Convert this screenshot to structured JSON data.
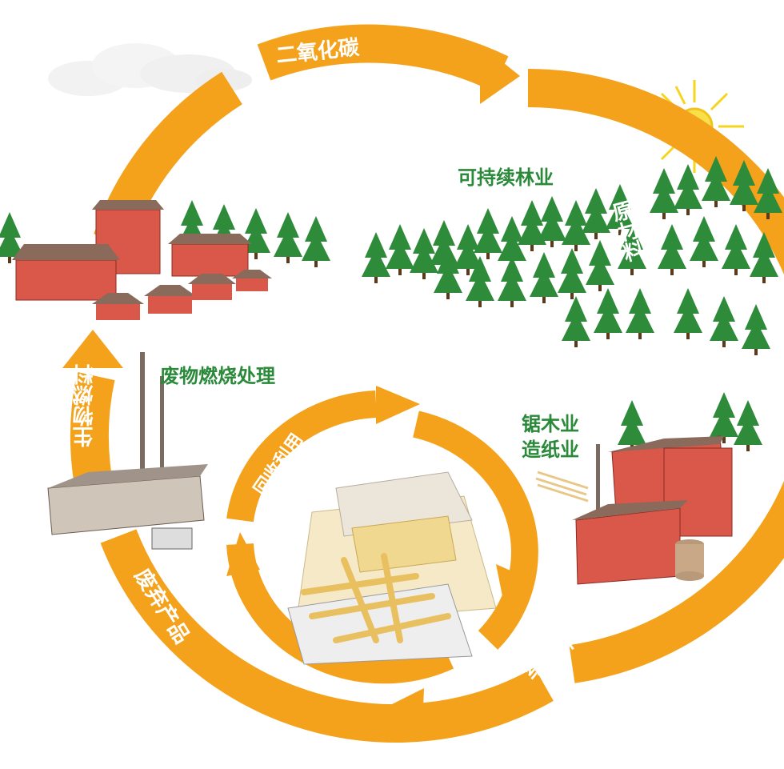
{
  "labels": {
    "co2": "二氧化碳",
    "forestry": "可持续林业",
    "raw_material": "原材料",
    "sawmill": "锯木业",
    "papermill": "造纸业",
    "paper_wood": "纸和木材",
    "waste_products": "废弃产品",
    "biofuel": "生物燃料",
    "incineration": "废物燃烧处理",
    "recycling": "回收利用"
  },
  "colors": {
    "arrow": "#f4a21c",
    "label_green": "#2a8a3a",
    "tree": "#2e8b3a",
    "brick": "#d9584a",
    "sun": "#f6d51f"
  }
}
